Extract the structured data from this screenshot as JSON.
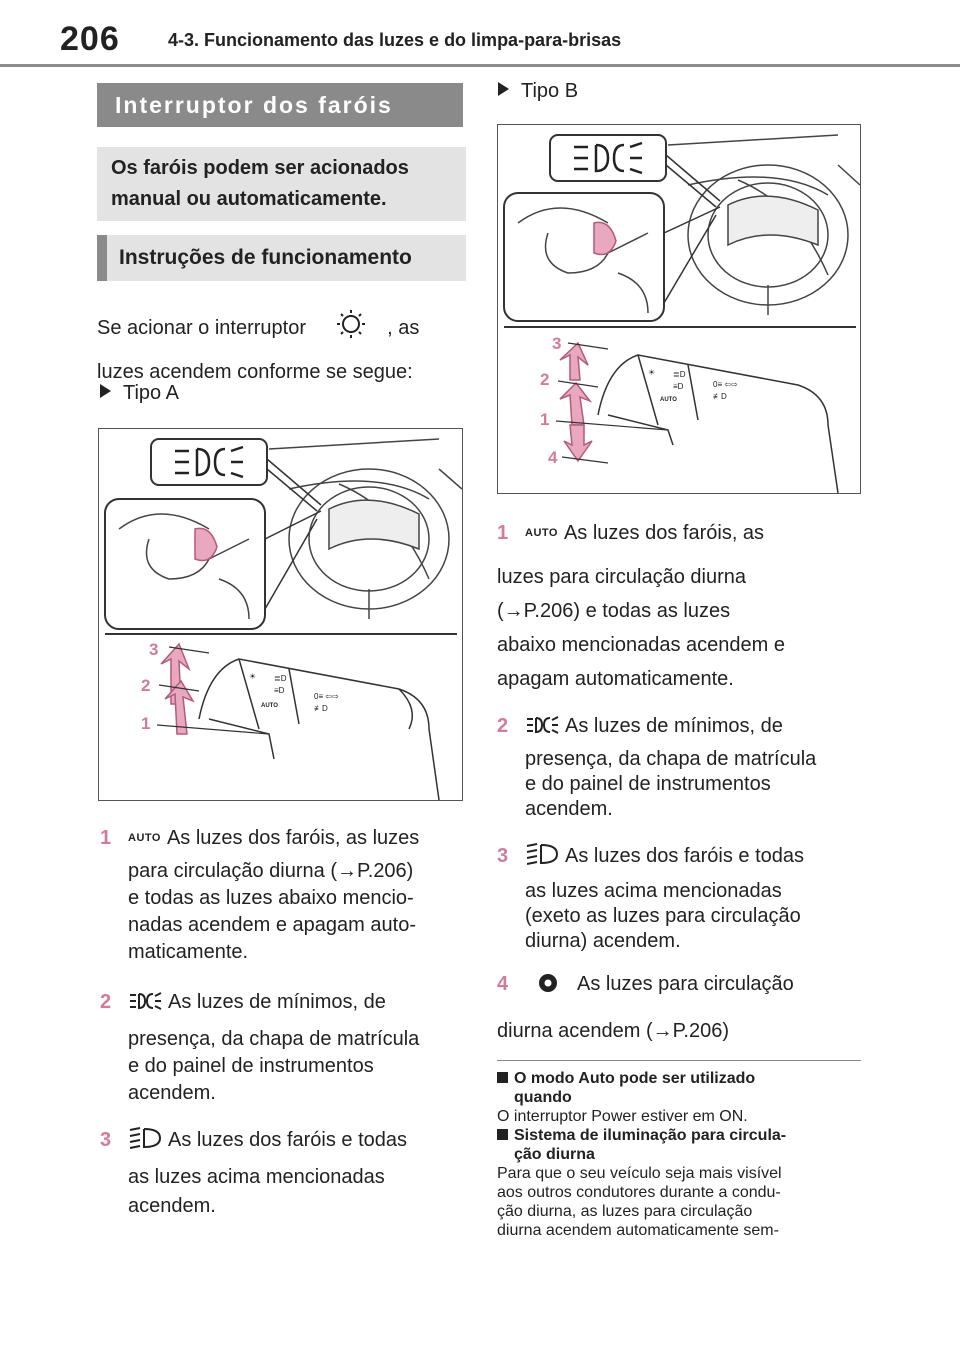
{
  "header": {
    "page_number": "206",
    "section": "4-3. Funcionamento das luzes e do limpa-para-brisas"
  },
  "section_title": "Interruptor dos faróis",
  "intro": {
    "line1": "Os faróis podem ser acionados",
    "line2": "manual ou automaticamente."
  },
  "subsection_title": "Instruções de funcionamento",
  "body": {
    "line1a": "Se acionar o interruptor",
    "line1b": ", as",
    "line2": "luzes acendem conforme se segue:"
  },
  "type_a": {
    "label": "Tipo A",
    "figure_numbers": [
      "3",
      "2",
      "1"
    ],
    "switch_label": "AUTO",
    "items": [
      {
        "num": "1",
        "icon": "AUTO",
        "lines": [
          "As luzes dos faróis, as luzes",
          "para circulação diurna (→P.206)",
          "e todas as luzes abaixo mencio-",
          "nadas acendem e apagam auto-",
          "maticamente."
        ]
      },
      {
        "num": "2",
        "icon": "parking-lights-icon",
        "lines": [
          "As luzes de mínimos, de",
          "presença, da chapa de matrícula",
          "e do painel de instrumentos",
          "acendem."
        ]
      },
      {
        "num": "3",
        "icon": "headlight-icon",
        "lines": [
          "As luzes dos faróis e todas",
          "as luzes acima mencionadas",
          "acendem."
        ]
      }
    ]
  },
  "type_b": {
    "label": "Tipo B",
    "figure_numbers": [
      "3",
      "2",
      "1",
      "4"
    ],
    "switch_label": "AUTO",
    "items": [
      {
        "num": "1",
        "icon": "AUTO",
        "lines": [
          "As luzes dos faróis, as",
          "luzes para circulação diurna",
          "(→P.206) e todas as luzes",
          "abaixo mencionadas acendem e",
          "apagam automaticamente."
        ]
      },
      {
        "num": "2",
        "icon": "parking-lights-icon",
        "lines": [
          "As luzes de mínimos, de",
          "presença, da chapa de matrícula",
          "e do painel de instrumentos",
          "acendem."
        ]
      },
      {
        "num": "3",
        "icon": "headlight-icon",
        "lines": [
          "As luzes dos faróis e todas",
          "as luzes acima mencionadas",
          "(exeto as luzes para circulação",
          "diurna) acendem."
        ]
      },
      {
        "num": "4",
        "icon": "off-icon",
        "lines": [
          "As luzes para circulação",
          "diurna acendem (→P.206)"
        ]
      }
    ]
  },
  "notes": [
    {
      "heading_lines": [
        "O modo Auto pode ser utilizado",
        "quando"
      ],
      "text_lines": [
        "O interruptor Power estiver em ON."
      ]
    },
    {
      "heading_lines": [
        "Sistema de iluminação para circula-",
        "ção diurna"
      ],
      "text_lines": [
        "Para que o seu veículo seja mais visível",
        "aos outros condutores durante a condu-",
        "ção diurna, as luzes para circulação",
        "diurna acendem automaticamente sem-"
      ]
    }
  ],
  "colors": {
    "accent_pink": "#d47a9a",
    "title_gray": "#8a8a8a",
    "box_gray": "#e3e3e3"
  }
}
